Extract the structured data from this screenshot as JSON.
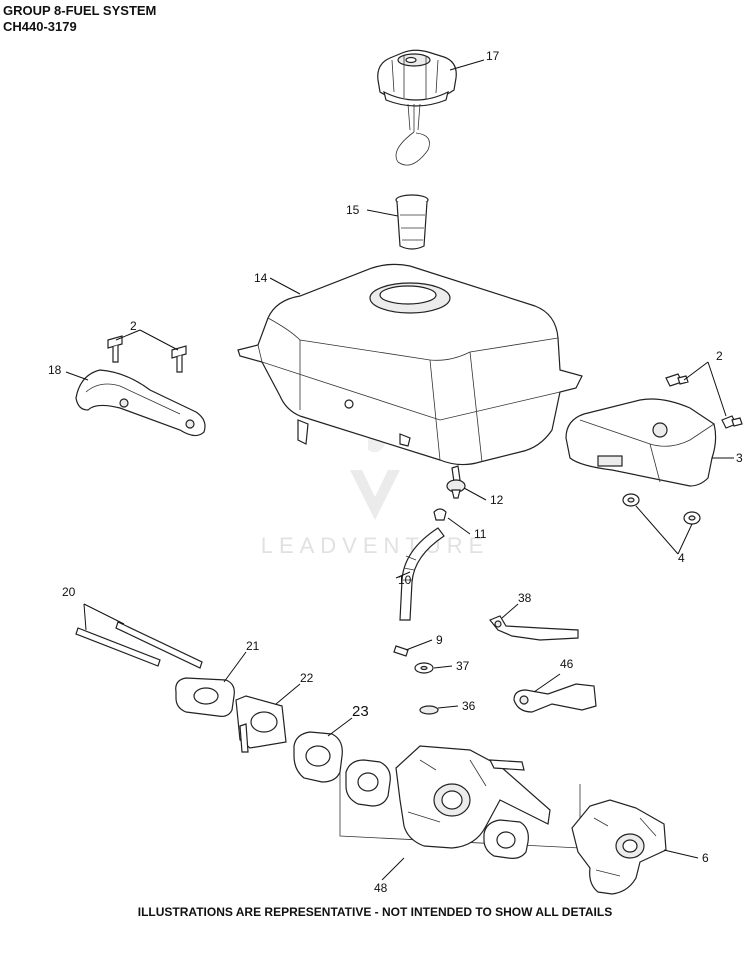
{
  "header": {
    "group_title": "GROUP 8-FUEL SYSTEM",
    "model_number": "CH440-3179"
  },
  "watermark": {
    "brand": "LEADVENTURE"
  },
  "callouts": [
    {
      "id": "c17",
      "label": "17"
    },
    {
      "id": "c15",
      "label": "15"
    },
    {
      "id": "c14",
      "label": "14"
    },
    {
      "id": "c2a",
      "label": "2"
    },
    {
      "id": "c18",
      "label": "18"
    },
    {
      "id": "c2b",
      "label": "2"
    },
    {
      "id": "c3",
      "label": "3"
    },
    {
      "id": "c12",
      "label": "12"
    },
    {
      "id": "c11",
      "label": "11"
    },
    {
      "id": "c4",
      "label": "4"
    },
    {
      "id": "c10",
      "label": "10"
    },
    {
      "id": "c20",
      "label": "20"
    },
    {
      "id": "c38",
      "label": "38"
    },
    {
      "id": "c9",
      "label": "9"
    },
    {
      "id": "c21",
      "label": "21"
    },
    {
      "id": "c37",
      "label": "37"
    },
    {
      "id": "c46",
      "label": "46"
    },
    {
      "id": "c22",
      "label": "22"
    },
    {
      "id": "c36",
      "label": "36"
    },
    {
      "id": "c23",
      "label": "23"
    },
    {
      "id": "c6",
      "label": "6"
    },
    {
      "id": "c48",
      "label": "48"
    }
  ],
  "footer": {
    "disclaimer": "ILLUSTRATIONS ARE REPRESENTATIVE - NOT INTENDED TO SHOW ALL DETAILS"
  }
}
